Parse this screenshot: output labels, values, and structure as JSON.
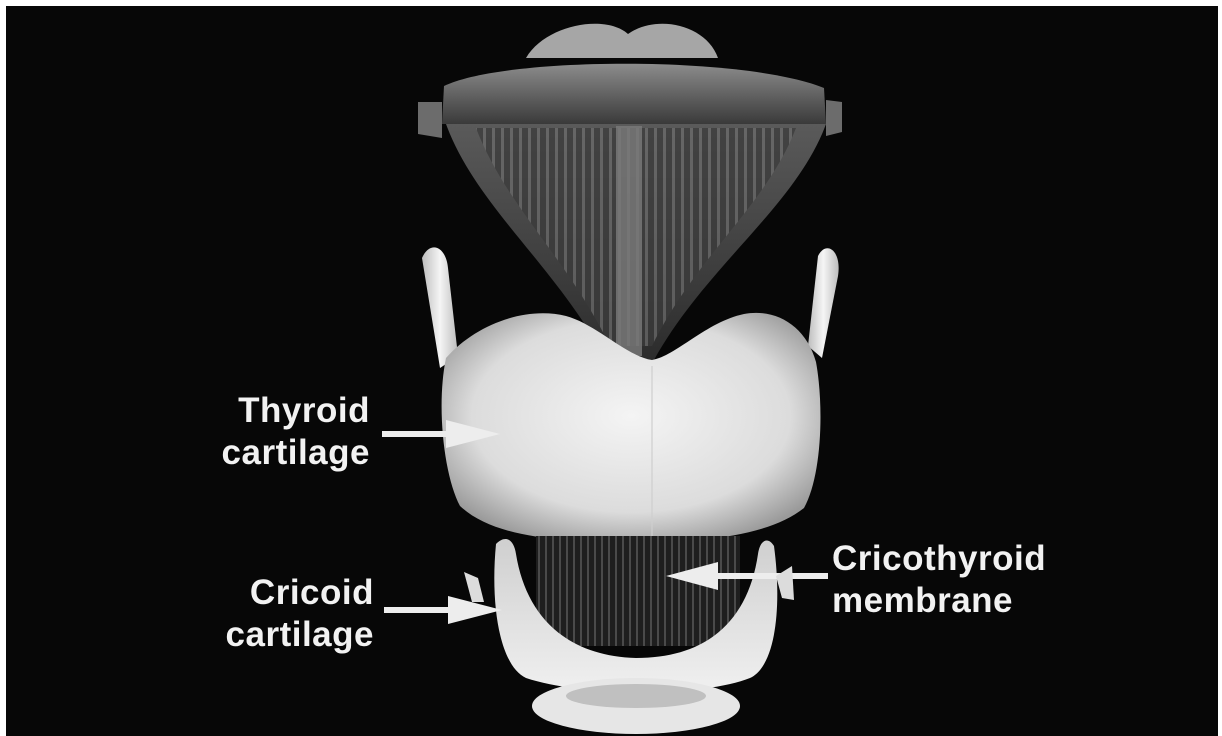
{
  "labels": {
    "thyroid": [
      "Thyroid",
      "cartilage"
    ],
    "cricoid": [
      "Cricoid",
      "cartilage"
    ],
    "cricothyroid": [
      "Cricothyroid",
      "membrane"
    ]
  },
  "colors": {
    "background": "#070707",
    "cartilage": "#e8e8e8",
    "label_text": "#f2f2f2"
  }
}
